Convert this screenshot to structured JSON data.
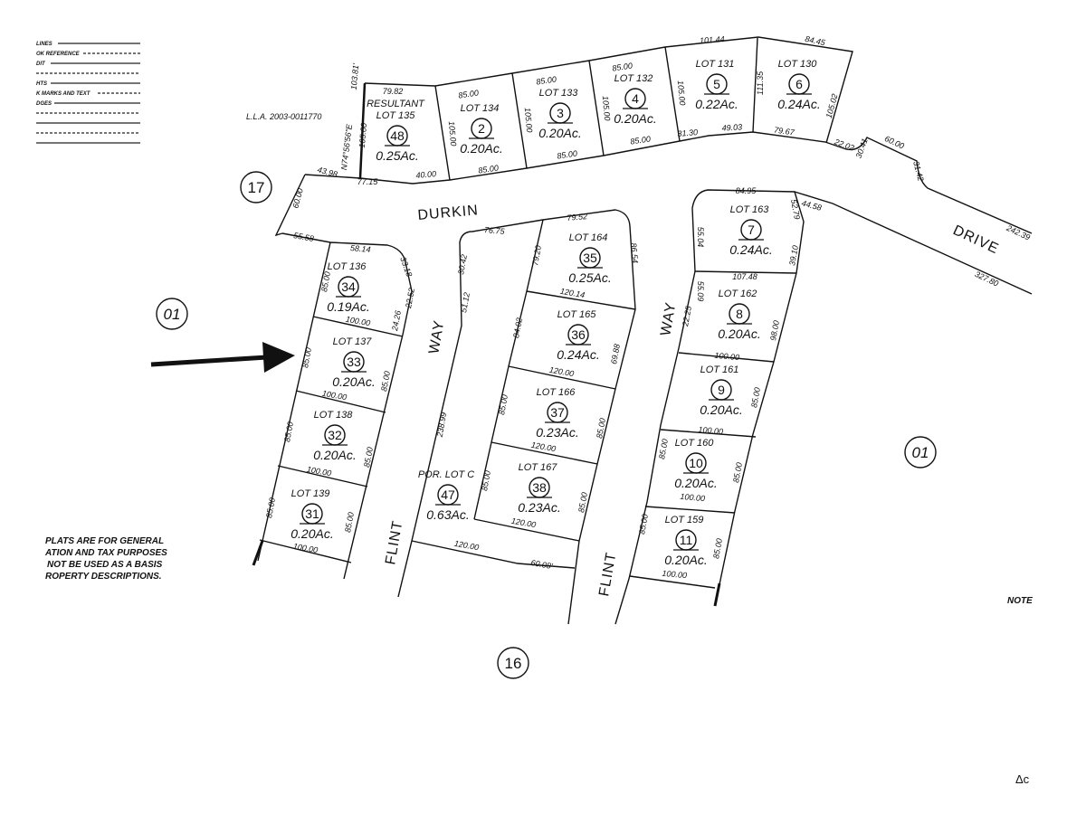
{
  "legend": [
    "LINES",
    "OK REFERENCE",
    "DIT",
    "",
    "HTS",
    "K MARKS AND TEXT",
    "DGES",
    "",
    "",
    "",
    ""
  ],
  "lla_label": "L.L.A. 2003-0011770",
  "streets": {
    "durkin": "DURKIN",
    "drive": "DRIVE",
    "way_west": "WAY",
    "way_east": "WAY",
    "flint_west": "FLINT",
    "flint_east": "FLINT"
  },
  "book_pages": {
    "p17": "17",
    "p01_west": "01",
    "p01_east": "01",
    "p16": "16"
  },
  "lots": [
    {
      "pre": "RESULTANT",
      "lot": "LOT 135",
      "num": "48",
      "acres": "0.25Ac."
    },
    {
      "lot": "LOT 134",
      "num": "2",
      "acres": "0.20Ac."
    },
    {
      "lot": "LOT 133",
      "num": "3",
      "acres": "0.20Ac."
    },
    {
      "lot": "LOT 132",
      "num": "4",
      "acres": "0.20Ac."
    },
    {
      "lot": "LOT 131",
      "num": "5",
      "acres": "0.22Ac."
    },
    {
      "lot": "LOT 130",
      "num": "6",
      "acres": "0.24Ac."
    },
    {
      "lot": "LOT 163",
      "num": "7",
      "acres": "0.24Ac."
    },
    {
      "lot": "LOT 162",
      "num": "8",
      "acres": "0.20Ac."
    },
    {
      "lot": "LOT 161",
      "num": "9",
      "acres": "0.20Ac."
    },
    {
      "lot": "LOT 160",
      "num": "10",
      "acres": "0.20Ac."
    },
    {
      "lot": "LOT 159",
      "num": "11",
      "acres": "0.20Ac."
    },
    {
      "lot": "LOT 164",
      "num": "35",
      "acres": "0.25Ac."
    },
    {
      "lot": "LOT 165",
      "num": "36",
      "acres": "0.24Ac."
    },
    {
      "lot": "LOT 166",
      "num": "37",
      "acres": "0.23Ac."
    },
    {
      "lot": "LOT 167",
      "num": "38",
      "acres": "0.23Ac."
    },
    {
      "lot": "LOT 136",
      "num": "34",
      "acres": "0.19Ac."
    },
    {
      "lot": "LOT 137",
      "num": "33",
      "acres": "0.20Ac."
    },
    {
      "lot": "LOT 138",
      "num": "32",
      "acres": "0.20Ac."
    },
    {
      "lot": "LOT 139",
      "num": "31",
      "acres": "0.20Ac."
    },
    {
      "lot": "POR. LOT C",
      "num": "47",
      "acres": "0.63Ac."
    }
  ],
  "dimensions": [
    "79.82",
    "85.00",
    "85.00",
    "85.00",
    "101.44",
    "84.45",
    "105.00",
    "105.00",
    "105.00",
    "105.00",
    "111.35",
    "105.02",
    "40.00",
    "85.00",
    "85.00",
    "85.00",
    "31.30",
    "49.03",
    "79.67",
    "22.02",
    "30.41",
    "60.00",
    "31.42",
    "242.39",
    "327.80",
    "84.95",
    "44.58",
    "52.79",
    "55.04",
    "39.10",
    "107.48",
    "55.09",
    "22.25",
    "98.00",
    "100.00",
    "85.00",
    "100.00",
    "85.00",
    "85.00",
    "100.00",
    "85.00",
    "85.00",
    "100.00",
    "77.15",
    "43.98",
    "60.00",
    "55.58",
    "58.14",
    "33.18",
    "22.52",
    "24.26",
    "85.00",
    "100.00",
    "85.00",
    "85.00",
    "100.00",
    "85.00",
    "85.00",
    "100.00",
    "85.00",
    "85.00",
    "100.00",
    "76.75",
    "79.52",
    "30.42",
    "51.12",
    "238.99",
    "79.20",
    "86.54",
    "120.14",
    "84.02",
    "69.88",
    "120.00",
    "85.00",
    "85.00",
    "120.00",
    "85.00",
    "85.00",
    "120.00",
    "120.00",
    "60.08'",
    "105.00",
    "N74°56'56\"E",
    "103.81'"
  ],
  "note_lines": [
    "PLATS ARE FOR GENERAL",
    "ATION AND TAX PURPOSES",
    "NOT BE USED AS A BASIS",
    "ROPERTY DESCRIPTIONS."
  ],
  "note_label": "NOTE",
  "corner_mark": "Δc"
}
